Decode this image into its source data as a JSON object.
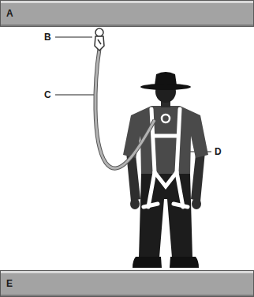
{
  "diagram": {
    "nodes": [
      {
        "text": [
          "A"
        ]
      },
      {
        "text": [
          "E"
        ]
      }
    ],
    "labels": [
      "B",
      "C",
      "D"
    ]
  }
}
